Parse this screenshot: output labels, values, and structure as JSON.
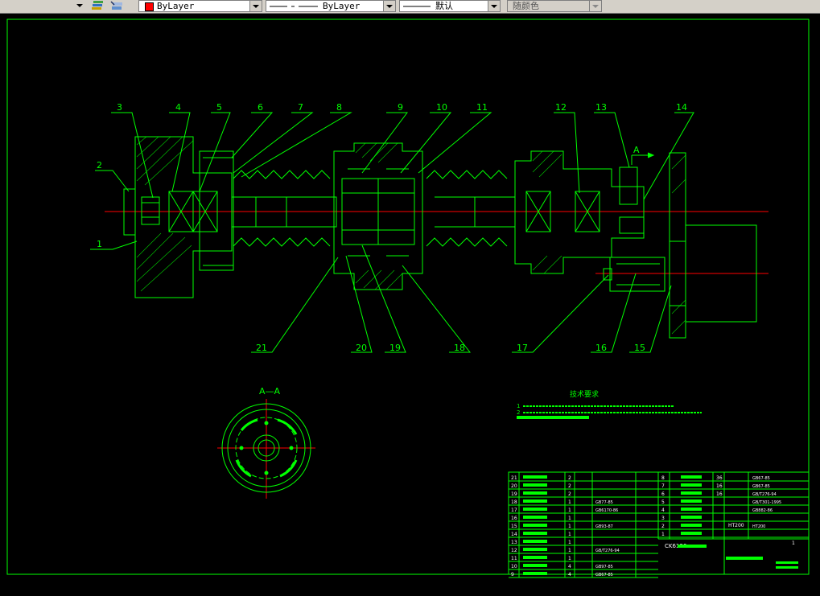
{
  "toolbar": {
    "layer_stub_arrow": "",
    "color_value": "ByLayer",
    "linetype_value": "ByLayer",
    "lineweight_value": "默认",
    "plotstyle_value": "随颜色",
    "colors": {
      "color_swatch": "#ff0000",
      "toolbar_bg": "#d4d0c8"
    }
  },
  "drawing": {
    "balloon_labels_top": [
      "2",
      "3",
      "4",
      "5",
      "6",
      "7",
      "8",
      "9",
      "10",
      "11",
      "12",
      "13",
      "14"
    ],
    "balloon_labels_bottom": [
      "1",
      "21",
      "20",
      "19",
      "18",
      "17",
      "16",
      "15"
    ],
    "section_arrow_label": "A",
    "section_view_label": "A—A",
    "tech_title": "技术要求",
    "tech_item_1_num": "1",
    "tech_item_2_num": "2",
    "title_block_name": "CK6136",
    "title_block_material": "HT200",
    "title_block_scale": "1",
    "bom_left_rows": [
      "21",
      "20",
      "19",
      "18",
      "17",
      "16",
      "15",
      "14",
      "13",
      "12",
      "11",
      "10",
      "9"
    ],
    "bom_left_qty": [
      "2",
      "2",
      "2",
      "1",
      "1",
      "1",
      "1",
      "1",
      "1",
      "1",
      "1",
      "4",
      "4"
    ],
    "bom_left_std": [
      "",
      "",
      "",
      "GB77-85",
      "GB6170-86",
      "",
      "GB93-87",
      "",
      "",
      "GB/T276-94",
      "",
      "GB97-85",
      "GB67-85"
    ],
    "bom_right_rows": [
      "8",
      "7",
      "6",
      "5",
      "4",
      "3",
      "2",
      "1"
    ],
    "bom_right_qty": [
      "36",
      "16",
      "16",
      "",
      "",
      "",
      "",
      ""
    ],
    "bom_right_std": [
      "GB67-85",
      "GB67-85",
      "GB/T276-94",
      "GB/T301-1995",
      "GB882-86",
      "",
      "HT200",
      ""
    ],
    "colors": {
      "lines": "#00ff00",
      "center": "#ff0000",
      "white": "#ffffff",
      "bg": "#000000"
    }
  }
}
